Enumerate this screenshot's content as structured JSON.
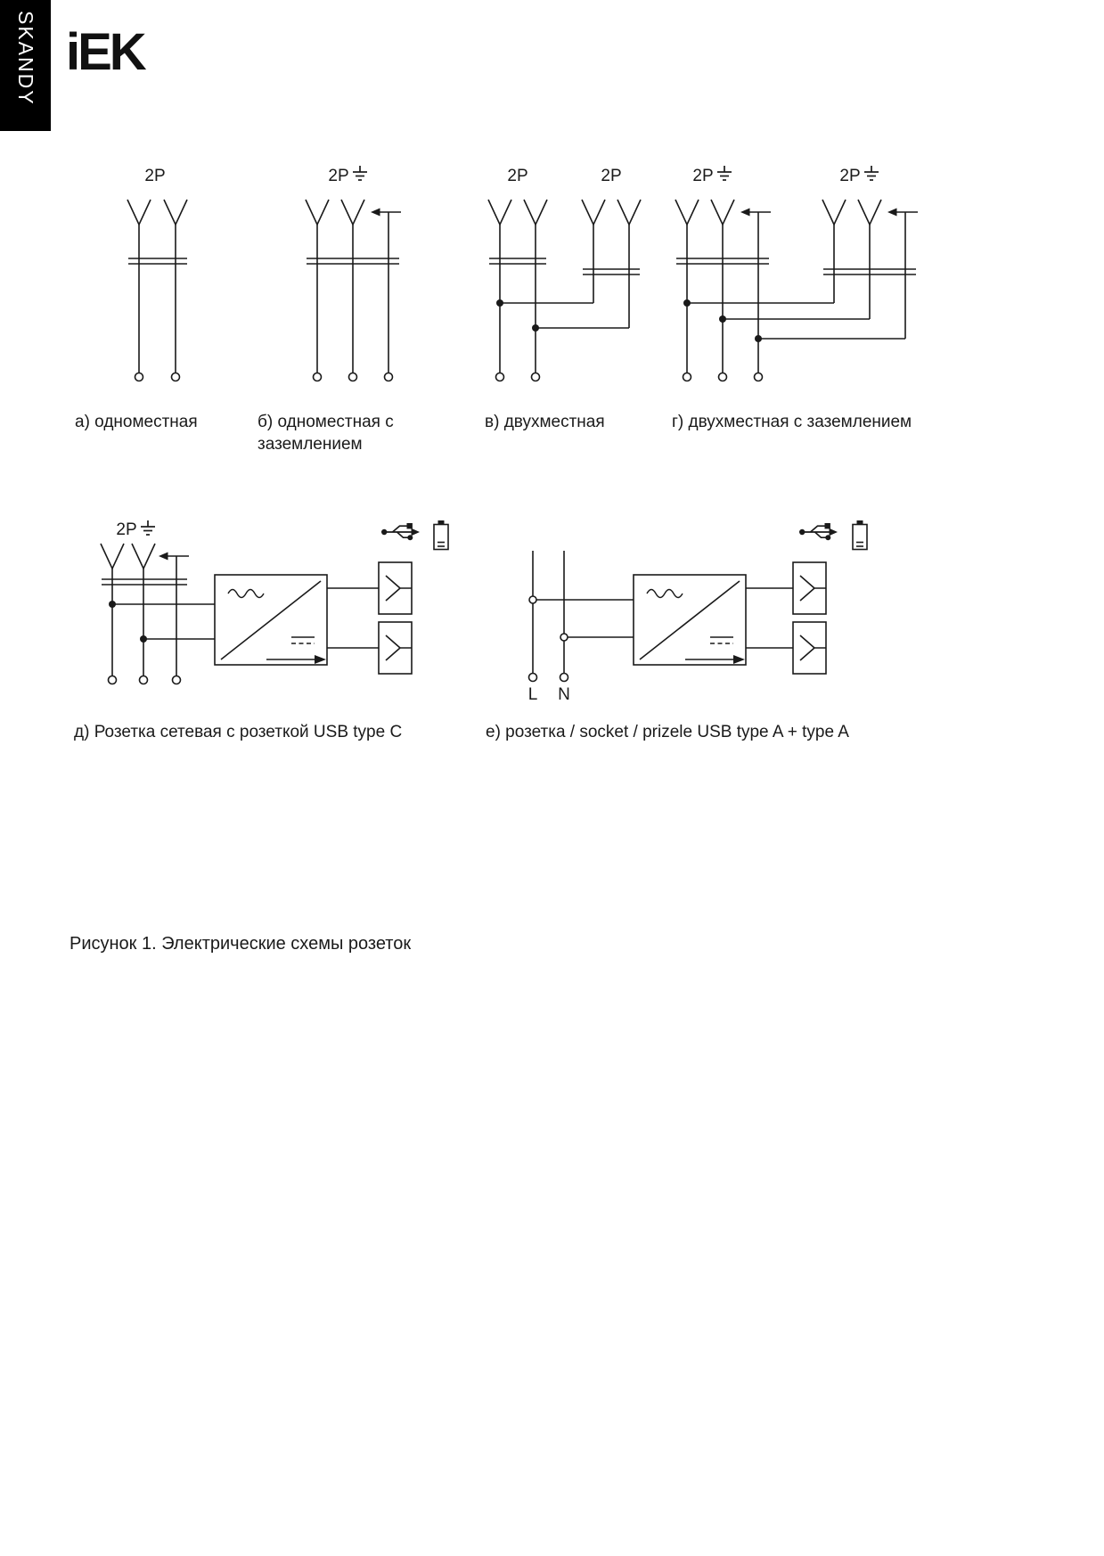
{
  "brand": {
    "sidebar_label": "SKANDY",
    "logo_text": "iEK"
  },
  "figure": {
    "caption": "Рисунок 1. Электрические схемы розеток"
  },
  "diagram_a": {
    "pole": "2P",
    "label": "а) одноместная"
  },
  "diagram_b": {
    "pole": "2P",
    "label": "б) одноместная с заземлением"
  },
  "diagram_v": {
    "pole_left": "2P",
    "pole_right": "2P",
    "label": "в) двухместная"
  },
  "diagram_g": {
    "pole_left": "2P",
    "pole_right": "2P",
    "label": "г) двухместная с заземлением"
  },
  "diagram_d": {
    "pole": "2P",
    "label": "д) Розетка сетевая с розеткой USB type C"
  },
  "diagram_e": {
    "line_label": "L",
    "neutral_label": "N",
    "label": "е) розетка / socket / prizele USB type A + type A"
  },
  "icons": {
    "ground": "earth-ground",
    "usb": "usb-trident",
    "battery": "battery",
    "plug_pin": "plug-pin-fork",
    "earth_arrow": "left-arrow"
  }
}
